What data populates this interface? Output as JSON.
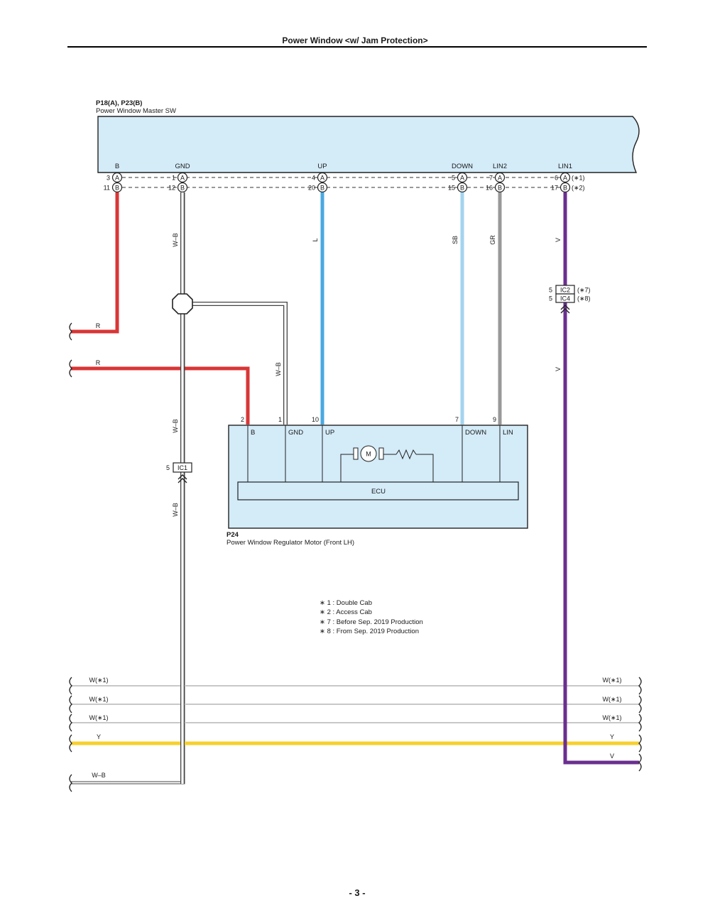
{
  "page": {
    "title": "Power Window <w/ Jam Protection>",
    "page_number": "- 3 -"
  },
  "master_switch": {
    "code": "P18(A), P23(B)",
    "name": "Power Window Master SW",
    "fill": "#d4ebf8",
    "terminals": [
      "B",
      "GND",
      "UP",
      "DOWN",
      "LIN2",
      "LIN1"
    ],
    "row_a": {
      "pins": [
        "3",
        "1",
        "4",
        "5",
        "7",
        "6"
      ],
      "connector": "A",
      "note": "(∗1)"
    },
    "row_b": {
      "pins": [
        "11",
        "12",
        "20",
        "15",
        "16",
        "17"
      ],
      "connector": "B",
      "note": "(∗2)"
    }
  },
  "wires": {
    "b_color": "R",
    "gnd_color": "W–B",
    "up_color": "L",
    "down_color": "SB",
    "lin2_color": "GR",
    "lin1_color": "V",
    "colors": {
      "R": "#d93636",
      "W-B": "#ffffff",
      "L": "#4aa8e0",
      "SB": "#a3d3f0",
      "GR": "#999999",
      "V": "#6a2f8f",
      "Y": "#f7d02c",
      "W": "#e0e0e0"
    }
  },
  "junctions": {
    "ic2": {
      "pin": "5",
      "label": "IC2",
      "note": "(∗7)"
    },
    "ic4": {
      "pin": "5",
      "label": "IC4",
      "note": "(∗8)"
    },
    "ic1": {
      "pin": "5",
      "label": "IC1"
    }
  },
  "left_wires": {
    "r_top": "R",
    "r_bottom": "R"
  },
  "motor": {
    "code": "P24",
    "name": "Power Window Regulator Motor (Front LH)",
    "ecu_label": "ECU",
    "motor_label": "M",
    "pins": [
      "2",
      "1",
      "10",
      "7",
      "9"
    ],
    "terminals": [
      "B",
      "GND",
      "UP",
      "DOWN",
      "LIN"
    ]
  },
  "notes": [
    "∗ 1 : Double Cab",
    "∗ 2 : Access Cab",
    "∗ 7 : Before Sep.  2019 Production",
    "∗ 8 : From Sep.  2019 Production"
  ],
  "bottom_wires": {
    "w1_left": "W(∗1)",
    "w2_left": "W(∗1)",
    "w3_left": "W(∗1)",
    "y_left": "Y",
    "wb_left": "W–B",
    "w1_right": "W(∗1)",
    "w2_right": "W(∗1)",
    "w3_right": "W(∗1)",
    "y_right": "Y",
    "v_right": "V"
  }
}
